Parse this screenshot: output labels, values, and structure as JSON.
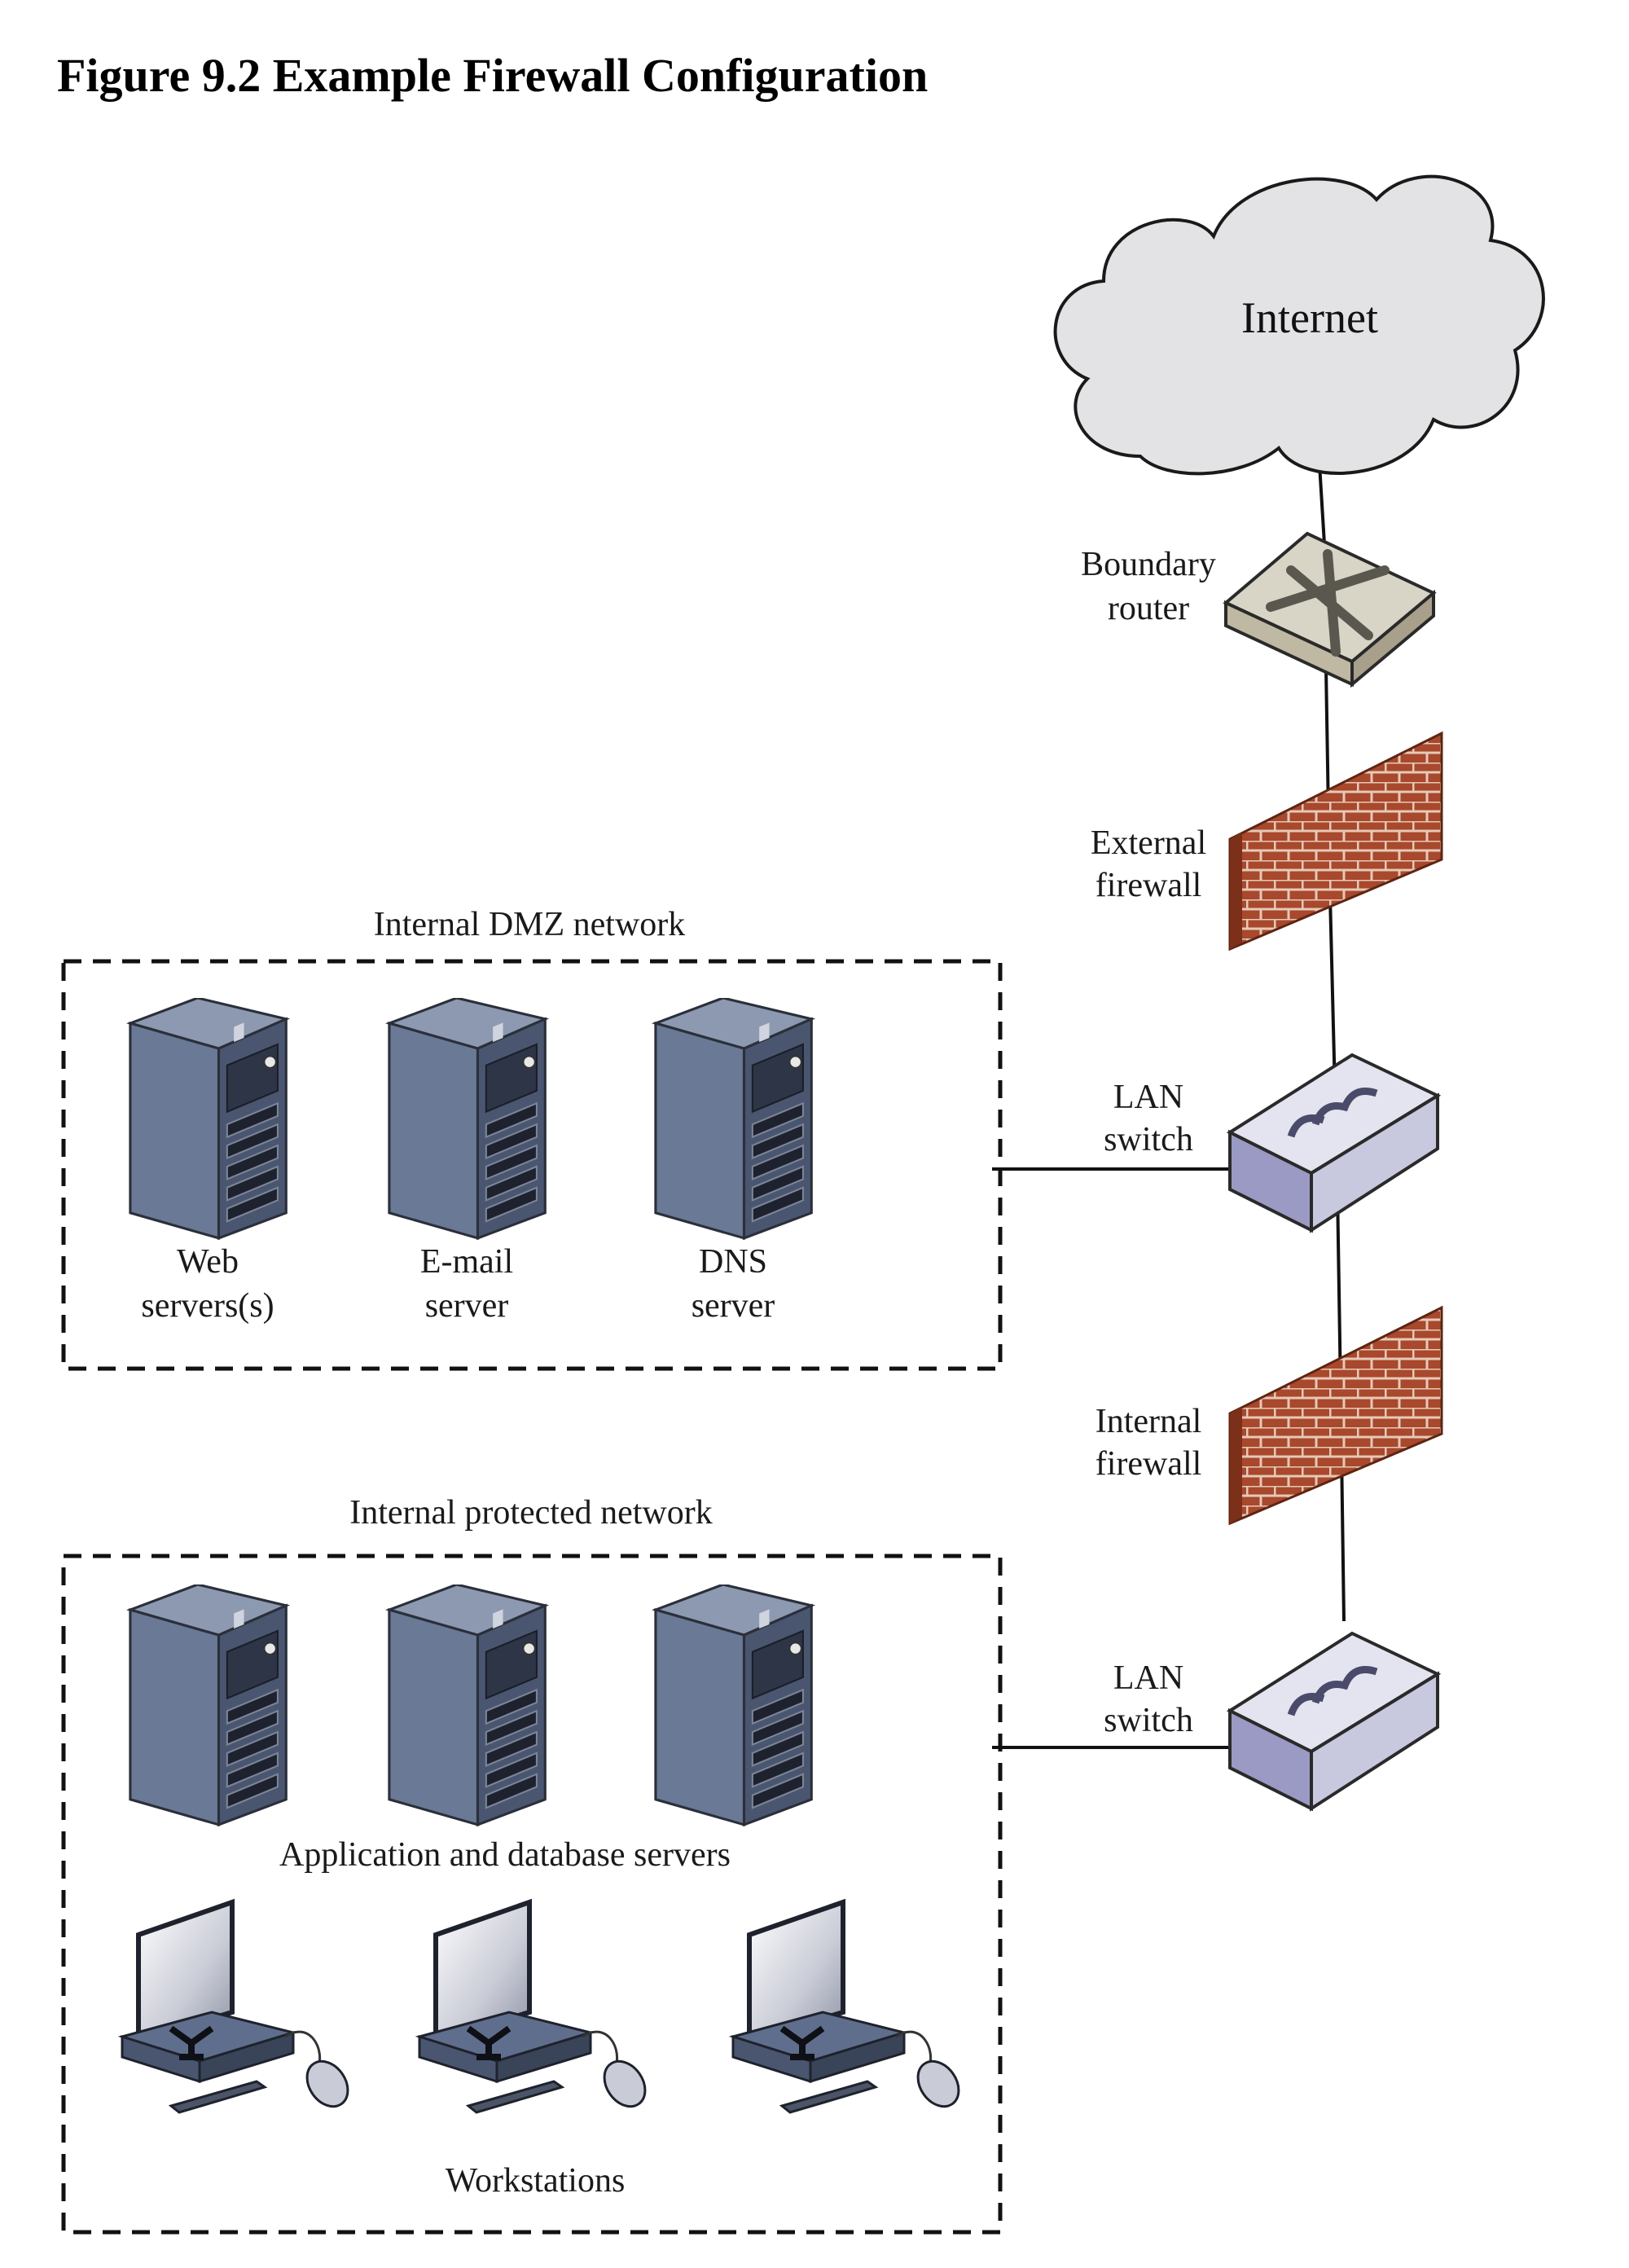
{
  "figure": {
    "title": "Figure 9.2 Example Firewall Configuration"
  },
  "internet": {
    "label": "Internet"
  },
  "boundary_router": {
    "line1": "Boundary",
    "line2": "router"
  },
  "external_firewall": {
    "line1": "External",
    "line2": "firewall"
  },
  "lan_switch_dmz": {
    "line1": "LAN",
    "line2": "switch"
  },
  "internal_firewall": {
    "line1": "Internal",
    "line2": "firewall"
  },
  "lan_switch_internal": {
    "line1": "LAN",
    "line2": "switch"
  },
  "dmz_network": {
    "label": "Internal DMZ network",
    "servers": [
      {
        "line1": "Web",
        "line2": "servers(s)"
      },
      {
        "line1": "E-mail",
        "line2": "server"
      },
      {
        "line1": "DNS",
        "line2": "server"
      }
    ]
  },
  "protected_network": {
    "label": "Internal protected network",
    "servers_label": "Application and database servers",
    "workstations_label": "Workstations",
    "server_count": 3,
    "workstation_count": 3
  },
  "colors": {
    "cloud_fill": "#e3e3e5",
    "brick": "#a8482c",
    "server_body": "#6c7c96",
    "switch_fill": "#dcdcec"
  },
  "icons": [
    "cloud-icon",
    "router-icon",
    "firewall-icon",
    "switch-icon",
    "server-icon",
    "workstation-icon"
  ]
}
